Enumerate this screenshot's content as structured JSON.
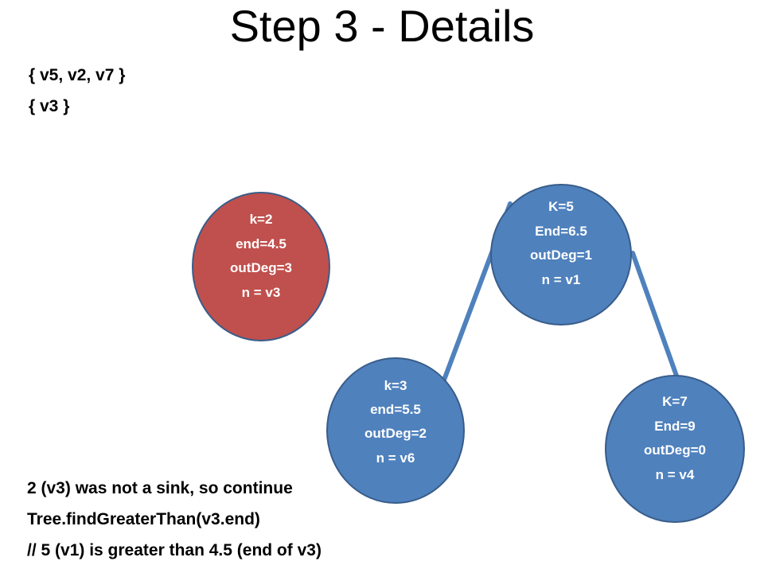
{
  "title": "Step 3 - Details",
  "sets": [
    "{ v5, v2, v7 }",
    "{ v3 }"
  ],
  "notes": [
    "2 (v3) was not a sink, so continue",
    "Tree.findGreaterThan(v3.end)",
    "// 5 (v1) is greater than 4.5 (end of v3)"
  ],
  "colors": {
    "highlight_node": "#c0504d",
    "tree_node": "#4f81bd",
    "node_border": "#385d8a",
    "edge": "#4f81bd"
  },
  "nodes": [
    {
      "id": "v3",
      "lines": [
        "k=2",
        "end=4.5",
        "outDeg=3",
        "n = v3"
      ],
      "highlighted": true
    },
    {
      "id": "v1",
      "lines": [
        "K=5",
        "End=6.5",
        "outDeg=1",
        "n = v1"
      ],
      "highlighted": false
    },
    {
      "id": "v6",
      "lines": [
        "k=3",
        "end=5.5",
        "outDeg=2",
        "n = v6"
      ],
      "highlighted": false
    },
    {
      "id": "v4",
      "lines": [
        "K=7",
        "End=9",
        "outDeg=0",
        "n = v4"
      ],
      "highlighted": false
    }
  ],
  "edges": [
    {
      "from": "v1",
      "to": "v6"
    },
    {
      "from": "v1",
      "to": "v4"
    }
  ]
}
